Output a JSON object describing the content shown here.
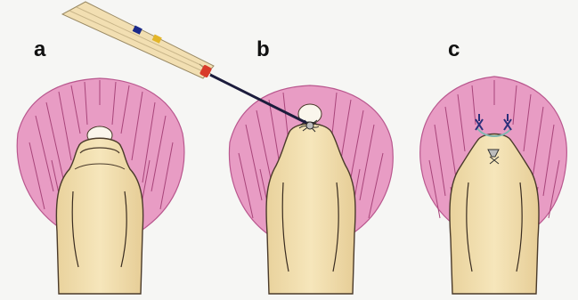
{
  "figure": {
    "panels": [
      {
        "label": "a"
      },
      {
        "label": "b"
      },
      {
        "label": "c"
      }
    ],
    "colors": {
      "muscle": "#e89cc4",
      "muscle_stroke": "#b9578e",
      "tissue": "#f1dfae",
      "tissue_stroke": "#4a3a2a",
      "catheter": "#f2dfb2",
      "catheter_tip": "#d83a2a",
      "wire": "#1c1c3c",
      "suture": "#2a2f7a",
      "background": "#f6f6f4"
    }
  }
}
